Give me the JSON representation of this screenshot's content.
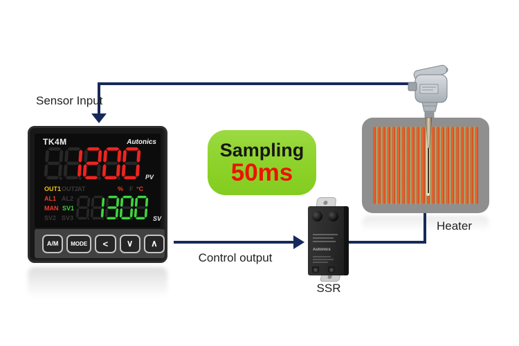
{
  "diagram": {
    "sensor_input_label": "Sensor Input",
    "control_output_label": "Control output",
    "heater_label": "Heater",
    "ssr_label": "SSR",
    "line_color": "#16295b"
  },
  "badge": {
    "title": "Sampling",
    "value": "50ms",
    "bg_color": "#8cd229",
    "title_color": "#171717",
    "value_color": "#ef1000"
  },
  "controller": {
    "model": "TK4M",
    "brand": "Autonics",
    "display": {
      "pv_value": "1200",
      "pv_label": "PV",
      "pv_color": "#ee2420",
      "sv_value": "1300",
      "sv_label": "SV",
      "sv_color": "#3fd53f",
      "ghost_color": "#272727",
      "off_label_color": "#3a3a3a"
    },
    "units": {
      "percent": "%",
      "fahrenheit": "F",
      "celsius": "°C",
      "unit_color": "#e8412a"
    },
    "indicators": [
      {
        "label": "OUT1",
        "on": true,
        "color": "#f2c21c"
      },
      {
        "label": "OUT2",
        "on": false,
        "color": ""
      },
      {
        "label": "AT",
        "on": false,
        "color": ""
      },
      {
        "label": "AL1",
        "on": true,
        "color": "#f03a2c"
      },
      {
        "label": "AL2",
        "on": false,
        "color": ""
      },
      {
        "label": "MAN",
        "on": true,
        "color": "#f03a2c"
      },
      {
        "label": "SV1",
        "on": true,
        "color": "#3fd53f"
      },
      {
        "label": "SV2",
        "on": false,
        "color": ""
      },
      {
        "label": "SV3",
        "on": false,
        "color": ""
      }
    ],
    "buttons": [
      "A/M",
      "MODE",
      "<",
      "∨",
      "∧"
    ]
  },
  "ssr": {
    "brand": "Autonics"
  },
  "heater": {
    "bar_count": 22
  }
}
